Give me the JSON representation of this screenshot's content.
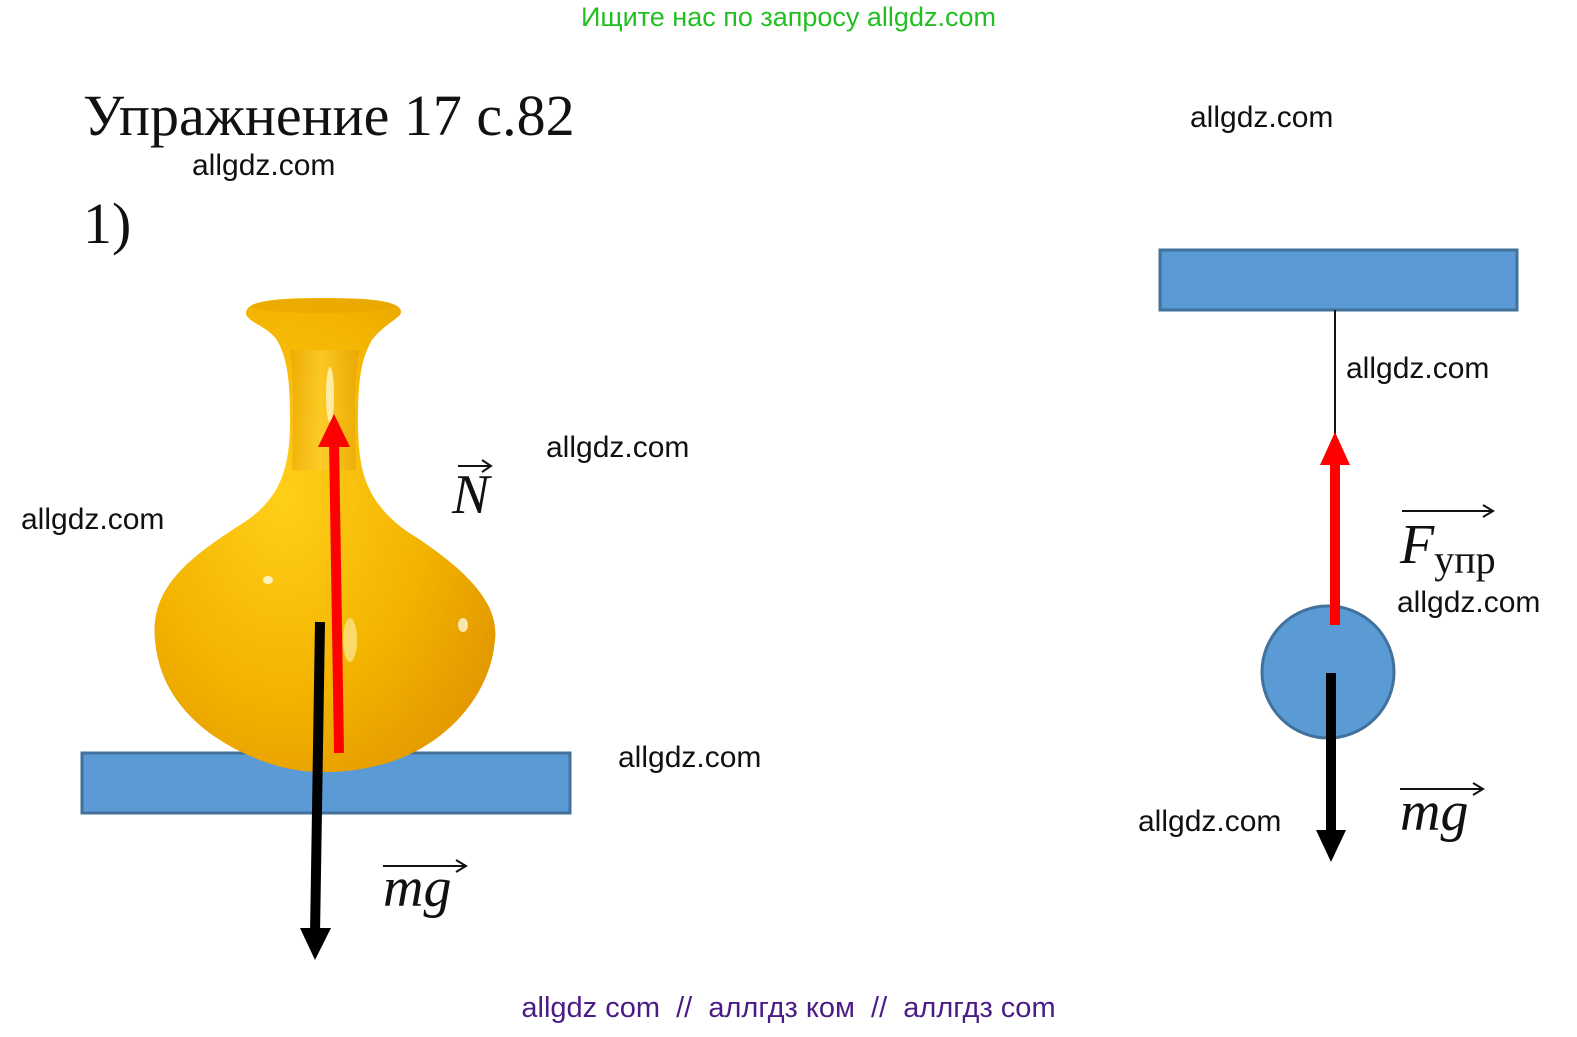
{
  "banner_top": "Ищите нас по запросу allgdz.com",
  "title": "Упражнение 17 с.82",
  "item_number": "1)",
  "watermarks": {
    "under_title": "allgdz.com",
    "right_top": "allgdz.com",
    "string_right": "allgdz.com",
    "vase_right": "allgdz.com",
    "vase_left": "allgdz.com",
    "table_right": "allgdz.com",
    "ball_right": "allgdz.com",
    "ball_left": "allgdz.com"
  },
  "forces": {
    "normal": "N",
    "weight_left": "mg",
    "elastic_main": "F",
    "elastic_sub": "упр",
    "weight_right": "mg"
  },
  "banner_bottom": "allgdz com  //  аллгдз ком  //  аллгдз com",
  "colors": {
    "surface_blue": "#5b9bd5",
    "surface_edge": "#41719c",
    "vase_yellow": "#f3b400",
    "force_up": "#ff0000",
    "force_down": "#000000",
    "banner_top": "#22bf22",
    "banner_bottom": "#4b1c86"
  }
}
